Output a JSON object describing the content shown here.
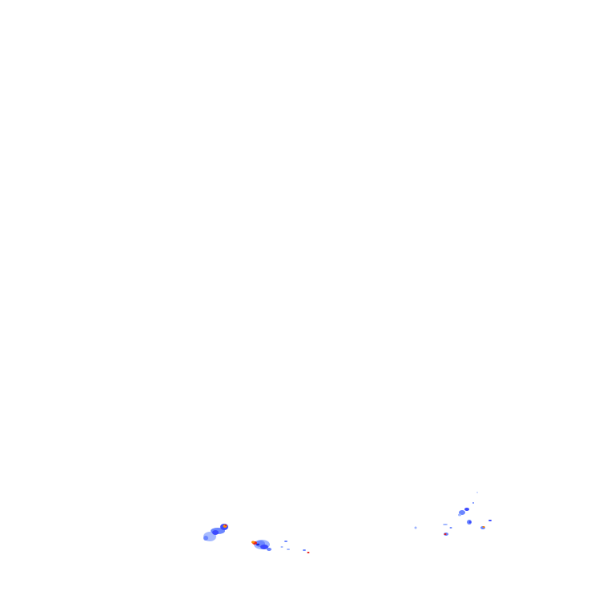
{
  "map": {
    "background": "#ffffff",
    "palette": {
      "light": "#9db4ff",
      "medium": "#6b86ff",
      "strong": "#3d4bff",
      "heavy": "#1f2bd6",
      "intense_orange": "#ff8a00",
      "intense_red": "#e8201c",
      "core": "#ffd000"
    },
    "echo_clusters": [
      {
        "name": "echo-cluster-west",
        "intensity": "light-to-heavy"
      },
      {
        "name": "echo-cluster-center",
        "intensity": "light-to-intense"
      },
      {
        "name": "echo-cluster-center-trail",
        "intensity": "light"
      },
      {
        "name": "echo-cluster-east",
        "intensity": "light-to-intense"
      }
    ]
  }
}
